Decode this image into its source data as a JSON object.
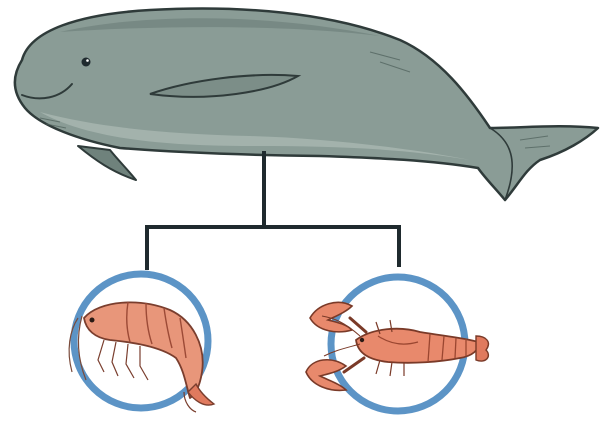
{
  "diagram": {
    "type": "food-web-tree",
    "root": {
      "name": "whale",
      "icon": "whale-illustration"
    },
    "children": [
      {
        "name": "shrimp",
        "icon": "shrimp-illustration"
      },
      {
        "name": "crayfish",
        "icon": "crayfish-illustration"
      }
    ]
  },
  "colors": {
    "whale_body": "#8a9c96",
    "whale_belly": "#a9b8b2",
    "whale_outline": "#2f3b3a",
    "connector": "#1f2a2e",
    "circle_ring": "#5c94c6",
    "shrimp_body": "#e8967a",
    "crayfish_body": "#e8896c",
    "background": "#ffffff"
  }
}
